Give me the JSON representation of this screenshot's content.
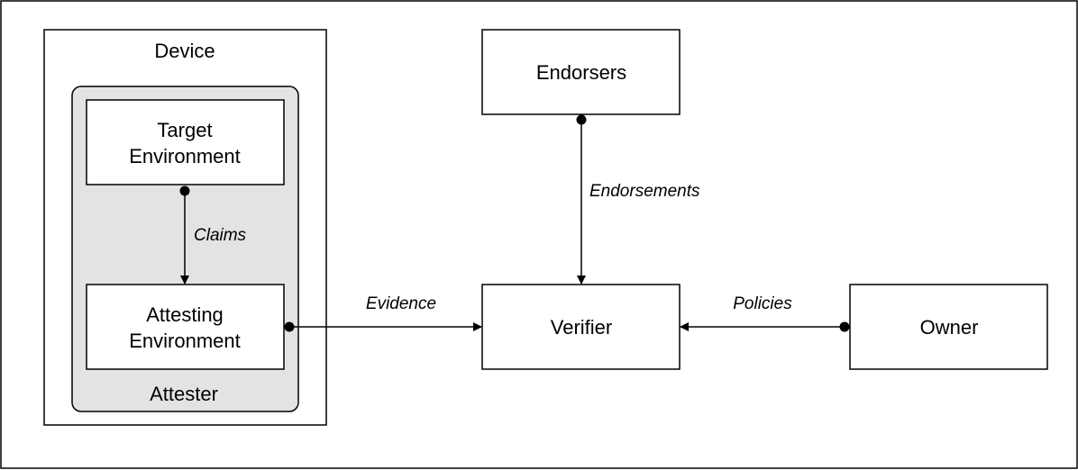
{
  "diagram": {
    "device": {
      "label": "Device"
    },
    "attester": {
      "label": "Attester"
    },
    "target_environment": {
      "line1": "Target",
      "line2": "Environment"
    },
    "attesting_environment": {
      "line1": "Attesting",
      "line2": "Environment"
    },
    "endorsers": {
      "label": "Endorsers"
    },
    "verifier": {
      "label": "Verifier"
    },
    "owner": {
      "label": "Owner"
    },
    "edges": {
      "claims": "Claims",
      "evidence": "Evidence",
      "endorsements": "Endorsements",
      "policies": "Policies"
    },
    "colors": {
      "attester_fill": "#e3e3e3",
      "stroke": "#000000",
      "background": "#ffffff"
    }
  }
}
